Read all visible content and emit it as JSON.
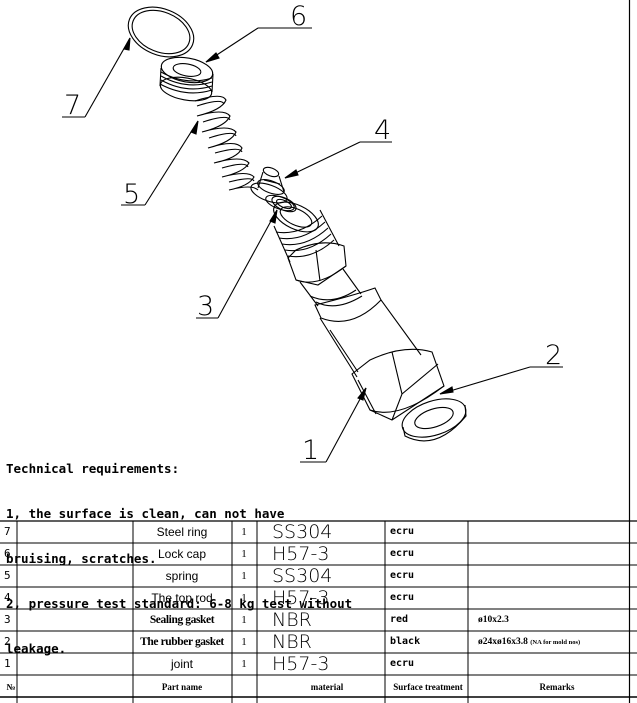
{
  "callouts": [
    "1",
    "2",
    "3",
    "4",
    "5",
    "6",
    "7"
  ],
  "technical_requirements": [
    "Technical requirements:",
    "1, the surface is clean, can not have",
    "bruising, scratches.",
    "2, pressure test standard: 6-8 kg test without",
    "leakage."
  ],
  "bom": {
    "rows": [
      {
        "index": "7",
        "name": "Steel ring",
        "qty": "1",
        "material": "SS304",
        "surface": "ecru",
        "remark": ""
      },
      {
        "index": "6",
        "name": "Lock cap",
        "qty": "1",
        "material": "H57-3",
        "surface": "ecru",
        "remark": ""
      },
      {
        "index": "5",
        "name": "spring",
        "qty": "1",
        "material": "SS304",
        "surface": "ecru",
        "remark": ""
      },
      {
        "index": "4",
        "name": "The top rod",
        "qty": "1",
        "material": "H57-3",
        "surface": "ecru",
        "remark": ""
      },
      {
        "index": "3",
        "name": "Sealing gasket",
        "qty": "1",
        "material": "NBR",
        "surface": "red",
        "remark": "ø10x2.3"
      },
      {
        "index": "2",
        "name": "The rubber gasket",
        "qty": "1",
        "material": "NBR",
        "surface": "black",
        "remark": "ø24xø16x3.8",
        "remark_small": "(NA for mold nos)"
      },
      {
        "index": "1",
        "name": "joint",
        "qty": "1",
        "material": "H57-3",
        "surface": "ecru",
        "remark": ""
      }
    ],
    "header": {
      "index": "№",
      "name": "Part name",
      "qty": "",
      "material": "material",
      "surface": "Surface treatment",
      "remark": "Remarks"
    }
  }
}
